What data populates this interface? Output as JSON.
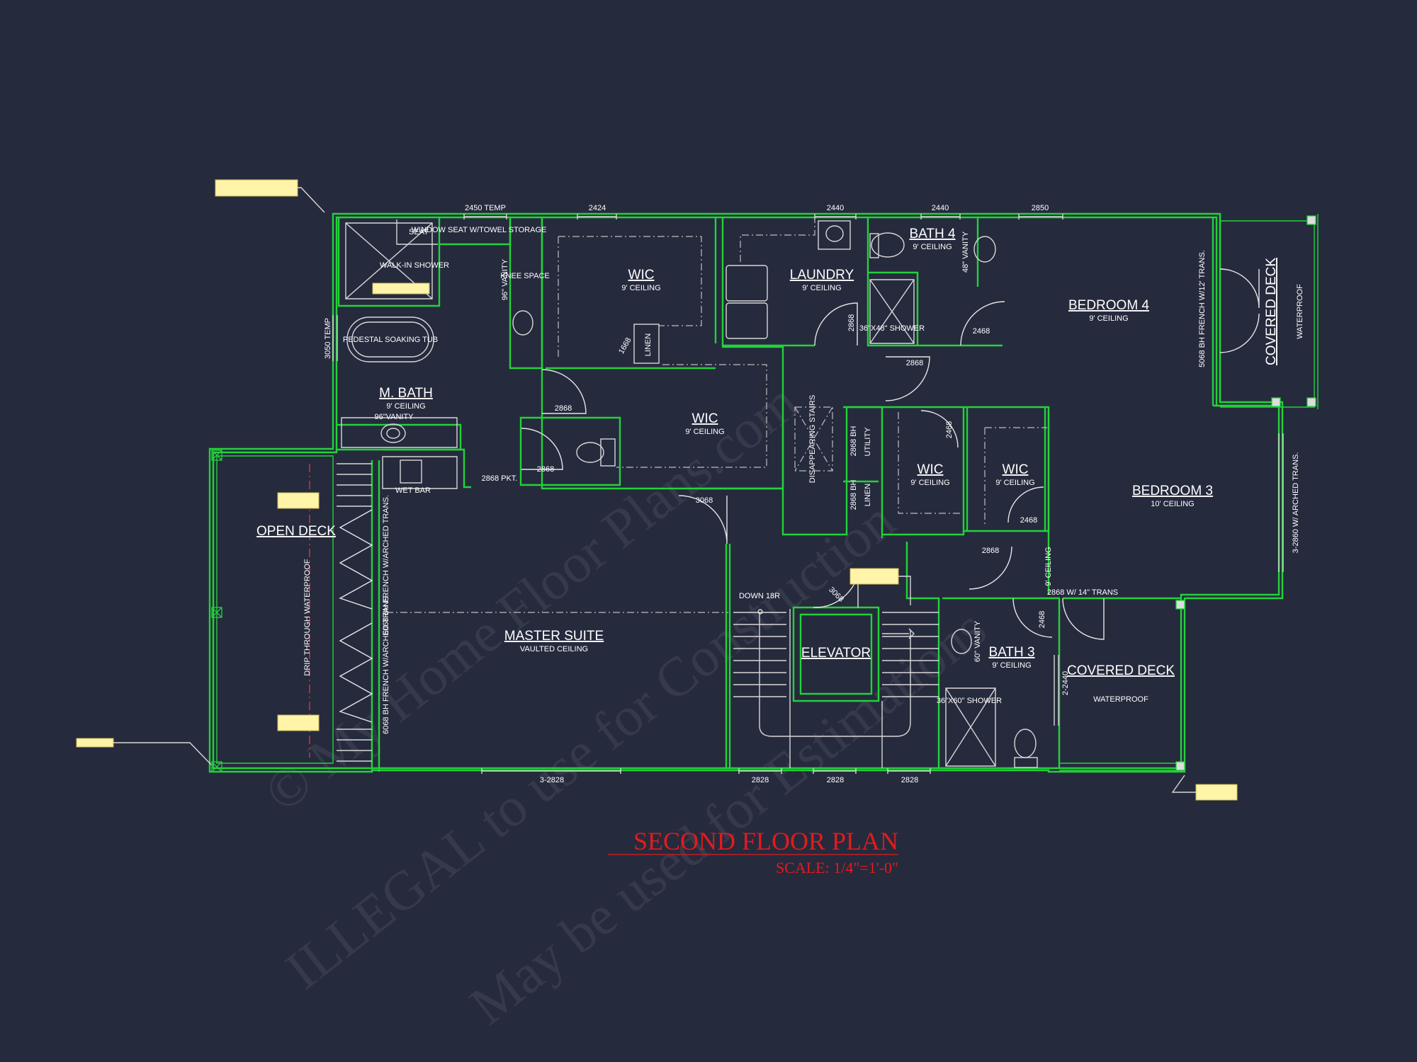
{
  "title": {
    "main": "SECOND FLOOR PLAN",
    "scale": "SCALE: 1/4\"=1'-0\""
  },
  "watermark": {
    "line1": "ILLEGAL to use for Construction",
    "line2": "© My Home Floor Plans.com",
    "line3": "May be used for Estimations"
  },
  "colors": {
    "background": "#262a3d",
    "walls": "#22d23a",
    "title": "#e31b1b",
    "notes": "#fff4a8"
  },
  "rooms": {
    "master_suite": {
      "name": "MASTER SUITE",
      "ceiling": "VAULTED CEILING"
    },
    "m_bath": {
      "name": "M. BATH",
      "ceiling": "9' CEILING"
    },
    "wic_1": {
      "name": "WIC",
      "ceiling": "9' CEILING"
    },
    "wic_2": {
      "name": "WIC",
      "ceiling": "9' CEILING"
    },
    "laundry": {
      "name": "LAUNDRY",
      "ceiling": "9' CEILING"
    },
    "bath_4": {
      "name": "BATH 4",
      "ceiling": "9' CEILING"
    },
    "bedroom_4": {
      "name": "BEDROOM 4",
      "ceiling": "9' CEILING"
    },
    "covered_deck_1": {
      "name": "COVERED DECK",
      "note": "WATERPROOF"
    },
    "bedroom_3": {
      "name": "BEDROOM 3",
      "ceiling": "10' CEILING"
    },
    "wic_3": {
      "name": "WIC",
      "ceiling": "9' CEILING"
    },
    "wic_4": {
      "name": "WIC",
      "ceiling": "9' CEILING"
    },
    "bath_3": {
      "name": "BATH 3",
      "ceiling": "9' CEILING"
    },
    "covered_deck_2": {
      "name": "COVERED DECK",
      "note": "WATERPROOF"
    },
    "elevator": {
      "name": "ELEVATOR"
    },
    "open_deck": {
      "name": "OPEN DECK",
      "note": "DRIP THROUGH WATERPROOF"
    }
  },
  "labels": {
    "seat": "SEAT",
    "walk_in_shower": "WALK-IN SHOWER",
    "window_seat": "WINDOW SEAT W/TOWEL STORAGE",
    "knee_space": "KNEE SPACE",
    "vanity_96_vert": "96\" VANITY",
    "pedestal_tub": "PEDESTAL SOAKING TUB",
    "vanity_96": "96\"VANITY",
    "wet_bar": "WET BAR",
    "linen_1": "LINEN",
    "linen_2": "LINEN",
    "utility": "UTILITY",
    "shower_36x48": "36\"X48\" SHOWER",
    "shower_36x60": "36\"X60\" SHOWER",
    "vanity_48": "48\" VANITY",
    "vanity_60": "60\" VANITY",
    "stairs_down": "DOWN 18R",
    "disappearing_stairs": "DISAPPEARING STAIRS",
    "ceiling_9_bath3": "9' CEILING"
  },
  "dimensions": {
    "d_2450temp": "2450 TEMP",
    "d_2424": "2424",
    "d_2440a": "2440",
    "d_2440b": "2440",
    "d_2850": "2850",
    "d_3050temp": "3050 TEMP",
    "d_1668": "1668",
    "d_2868_laundry": "2868",
    "d_2868_mbath": "2868",
    "d_2868_wc": "2868",
    "d_2868pkt": "2868 PKT.",
    "d_3068_master": "3068",
    "d_2468_bath4": "2468",
    "d_2868_hall": "2868",
    "d_2468_wic3": "2468",
    "d_2468_wic4": "2468",
    "d_2868_bath3": "2868",
    "d_2468_bath3": "2468",
    "d_2868bh_1": "2868 BH",
    "d_2868bh_2": "2868 BH",
    "d_3068_elev": "3068",
    "d_5068": "5068 BH FRENCH W/12' TRANS.",
    "d_6068a": "6068 BH FRENCH W/ARCHED TRANS.",
    "d_6068b": "6068 BH FRENCH W/ARCHED TRANS.",
    "d_3_2860": "3-2860 W/ ARCHED TRANS.",
    "d_2868w14": "2868 W/ 14\" TRANS",
    "d_2_2440": "2-2440",
    "d_3_2828": "3-2828",
    "d_2828a": "2828",
    "d_2828b": "2828",
    "d_2828c": "2828"
  }
}
